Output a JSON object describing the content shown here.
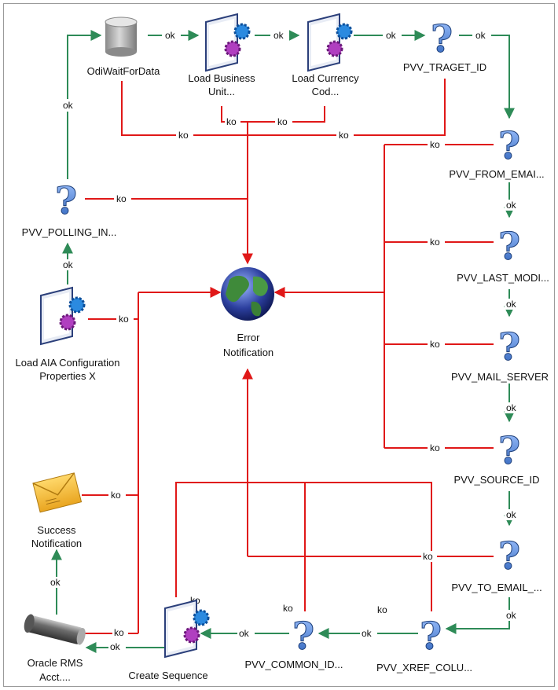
{
  "nodes": {
    "odi_wait": "OdiWaitForData",
    "load_bu_1": "Load Business",
    "load_bu_2": "Unit...",
    "load_cc_1": "Load Currency",
    "load_cc_2": "Cod...",
    "pvv_traget": "PVV_TRAGET_ID",
    "pvv_from": "PVV_FROM_EMAI...",
    "pvv_last": "PVV_LAST_MODI...",
    "pvv_mail": "PVV_MAIL_SERVER",
    "pvv_source": "PVV_SOURCE_ID",
    "pvv_to": "PVV_TO_EMAIL_...",
    "pvv_xref": "PVV_XREF_COLU...",
    "pvv_common": "PVV_COMMON_ID...",
    "create_seq": "Create Sequence",
    "oracle_1": "Oracle RMS",
    "oracle_2": "Acct....",
    "success_1": "Success",
    "success_2": "Notification",
    "load_aia_1": "Load AIA Configuration",
    "load_aia_2": "Properties X",
    "pvv_polling": "PVV_POLLING_IN...",
    "error_1": "Error",
    "error_2": "Notification"
  },
  "edge_labels": {
    "ok": "ok",
    "ko": "ko"
  },
  "colors": {
    "ok": "#2e8b57",
    "ko": "#e01818"
  }
}
